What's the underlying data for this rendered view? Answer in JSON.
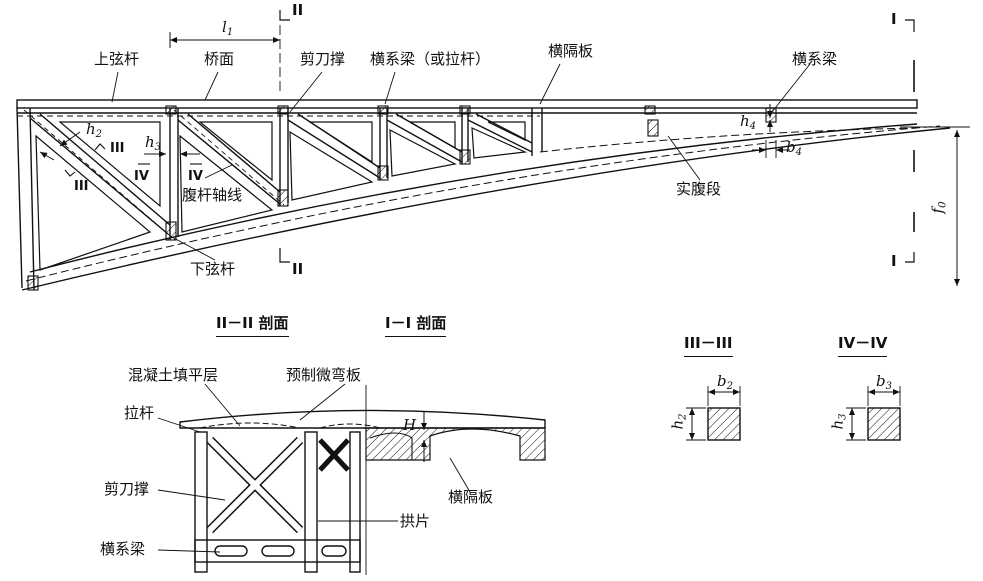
{
  "elevation": {
    "labels": {
      "top_chord": "上弦杆",
      "deck": "桥面",
      "l1": "l",
      "l1_sub": "1",
      "scissor_brace": "剪刀撑",
      "cross_beam_or_tie": "横系梁（或拉杆）",
      "diaphragm": "横隔板",
      "cross_beam": "横系梁",
      "h2": "h",
      "h2_sub": "2",
      "h3": "h",
      "h3_sub": "3",
      "h4": "h",
      "h4_sub": "4",
      "b4": "b",
      "b4_sub": "4",
      "web_axis": "腹杆轴线",
      "solid_web": "实腹段",
      "bottom_chord": "下弦杆",
      "f0": "f",
      "f0_sub": "0"
    },
    "section_marks": {
      "II_top": "II",
      "II_bottom": "II",
      "I_top": "I",
      "I_bottom": "I",
      "III_a": "III",
      "III_b": "III",
      "IV_a": "IV",
      "IV_b": "IV"
    }
  },
  "cross_section": {
    "title_II": "II－II 剖面",
    "title_I": "I－I 剖面",
    "labels": {
      "concrete_fill": "混凝土填平层",
      "precast_slab": "预制微弯板",
      "tie_rod": "拉杆",
      "H": "H",
      "scissor_brace": "剪刀撑",
      "diaphragm": "横隔板",
      "arch_rib": "拱片",
      "cross_beam": "横系梁"
    }
  },
  "details": {
    "title_III": "III－III",
    "title_IV": "IV－IV",
    "b2": "b",
    "b2_sub": "2",
    "h2": "h",
    "h2_sub": "2",
    "b3": "b",
    "b3_sub": "3",
    "h3": "h",
    "h3_sub": "3"
  }
}
